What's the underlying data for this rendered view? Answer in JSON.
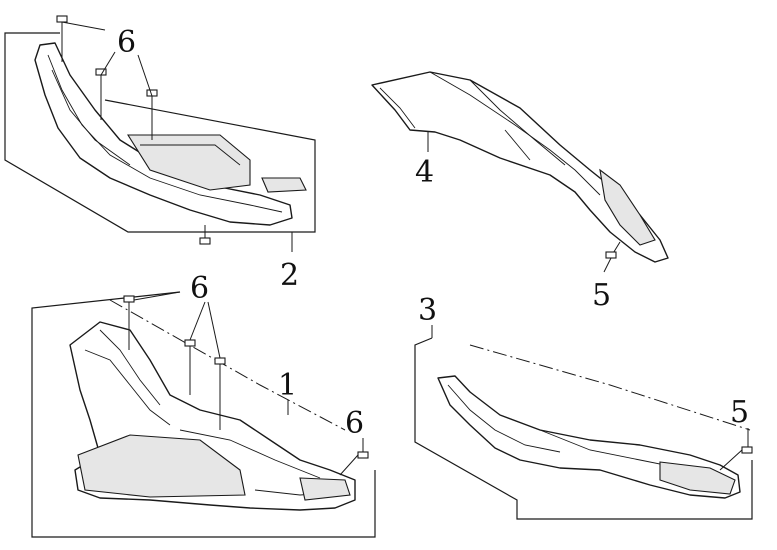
{
  "callouts": {
    "part_1": "1",
    "part_2": "2",
    "part_3": "3",
    "part_4": "4",
    "screw_5_a": "5",
    "screw_5_b": "5",
    "screw_6_a": "6",
    "screw_6_b": "6",
    "screw_6_c": "6"
  }
}
